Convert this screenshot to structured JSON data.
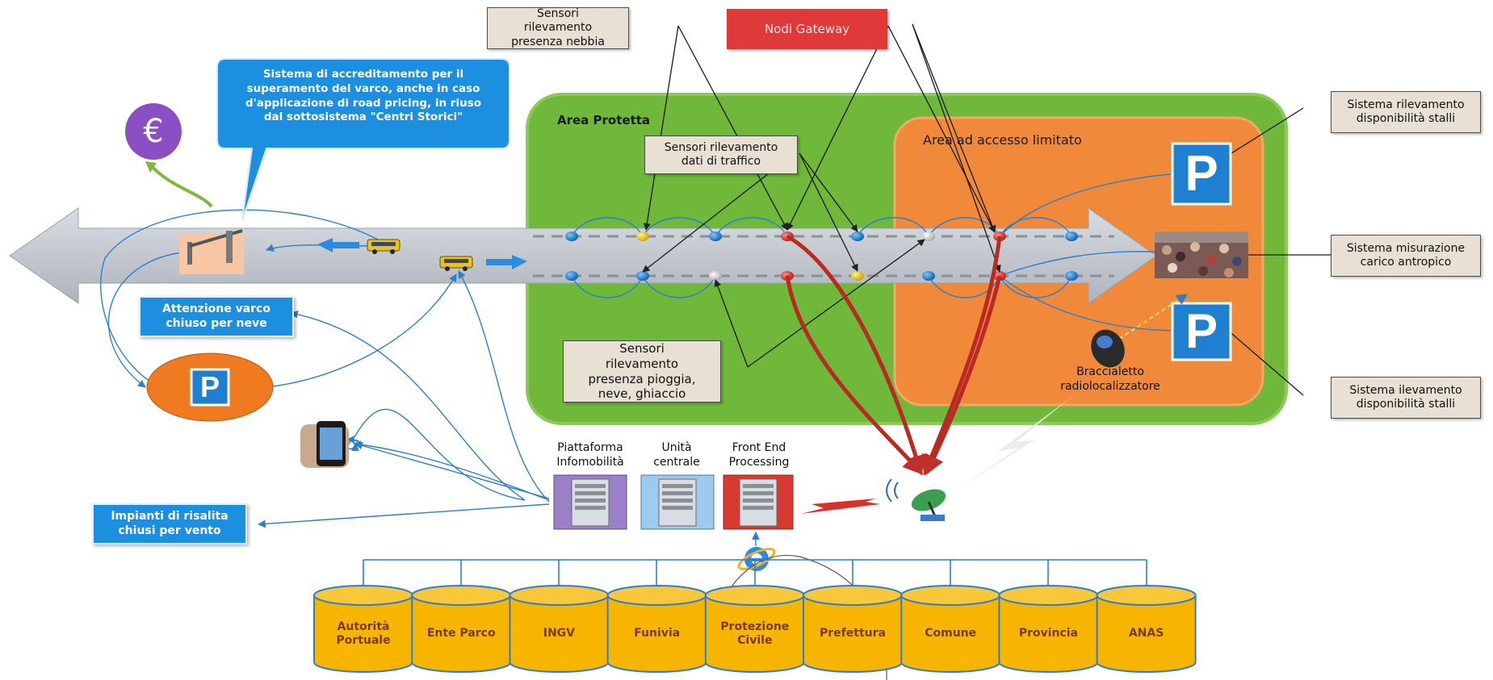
{
  "labels": {
    "nebbia": "Sensori rilevamento presenza nebbia",
    "gateway": "Nodi Gateway",
    "callout": "Sistema di accreditamento per il superamento del varco, anche in caso d'applicazione di road pricing, in riuso dal sottosistema \"Centri Storici\"",
    "area_protetta": "Area Protetta",
    "area_limitato": "Area ad accesso limitato",
    "traffico": "Sensori rilevamento dati di traffico",
    "stalli_top": "Sistema rilevamento disponibilità stalli",
    "carico": "Sistema misurazione carico antropico",
    "stalli_bottom": "Sistema ilevamento disponibilità stalli",
    "pioggia": "Sensori rilevamento presenza pioggia, neve, ghiaccio",
    "braccialetto": "Braccialetto radiolocalizzatore",
    "varco_neve": "Attenzione varco chiuso per neve",
    "impianti": "Impianti di risalita chiusi per vento",
    "piattaforma": "Piattaforma Infomobilità",
    "unita": "Unità centrale",
    "front_end": "Front End Processing"
  },
  "icons": {
    "euro": "€",
    "parking": "P"
  },
  "databases": [
    "Autorità Portuale",
    "Ente Parco",
    "INGV",
    "Funivia",
    "Protezione Civile",
    "Prefettura",
    "Comune",
    "Provincia",
    "ANAS"
  ],
  "colors": {
    "area_protetta": "#6fb83a",
    "area_limitato": "#f08a3a",
    "callout": "#1c8fe0",
    "database": "#f7b500",
    "gateway": "#e0393a",
    "euro": "#8b4fc4",
    "parking": "#1f7fd0"
  }
}
